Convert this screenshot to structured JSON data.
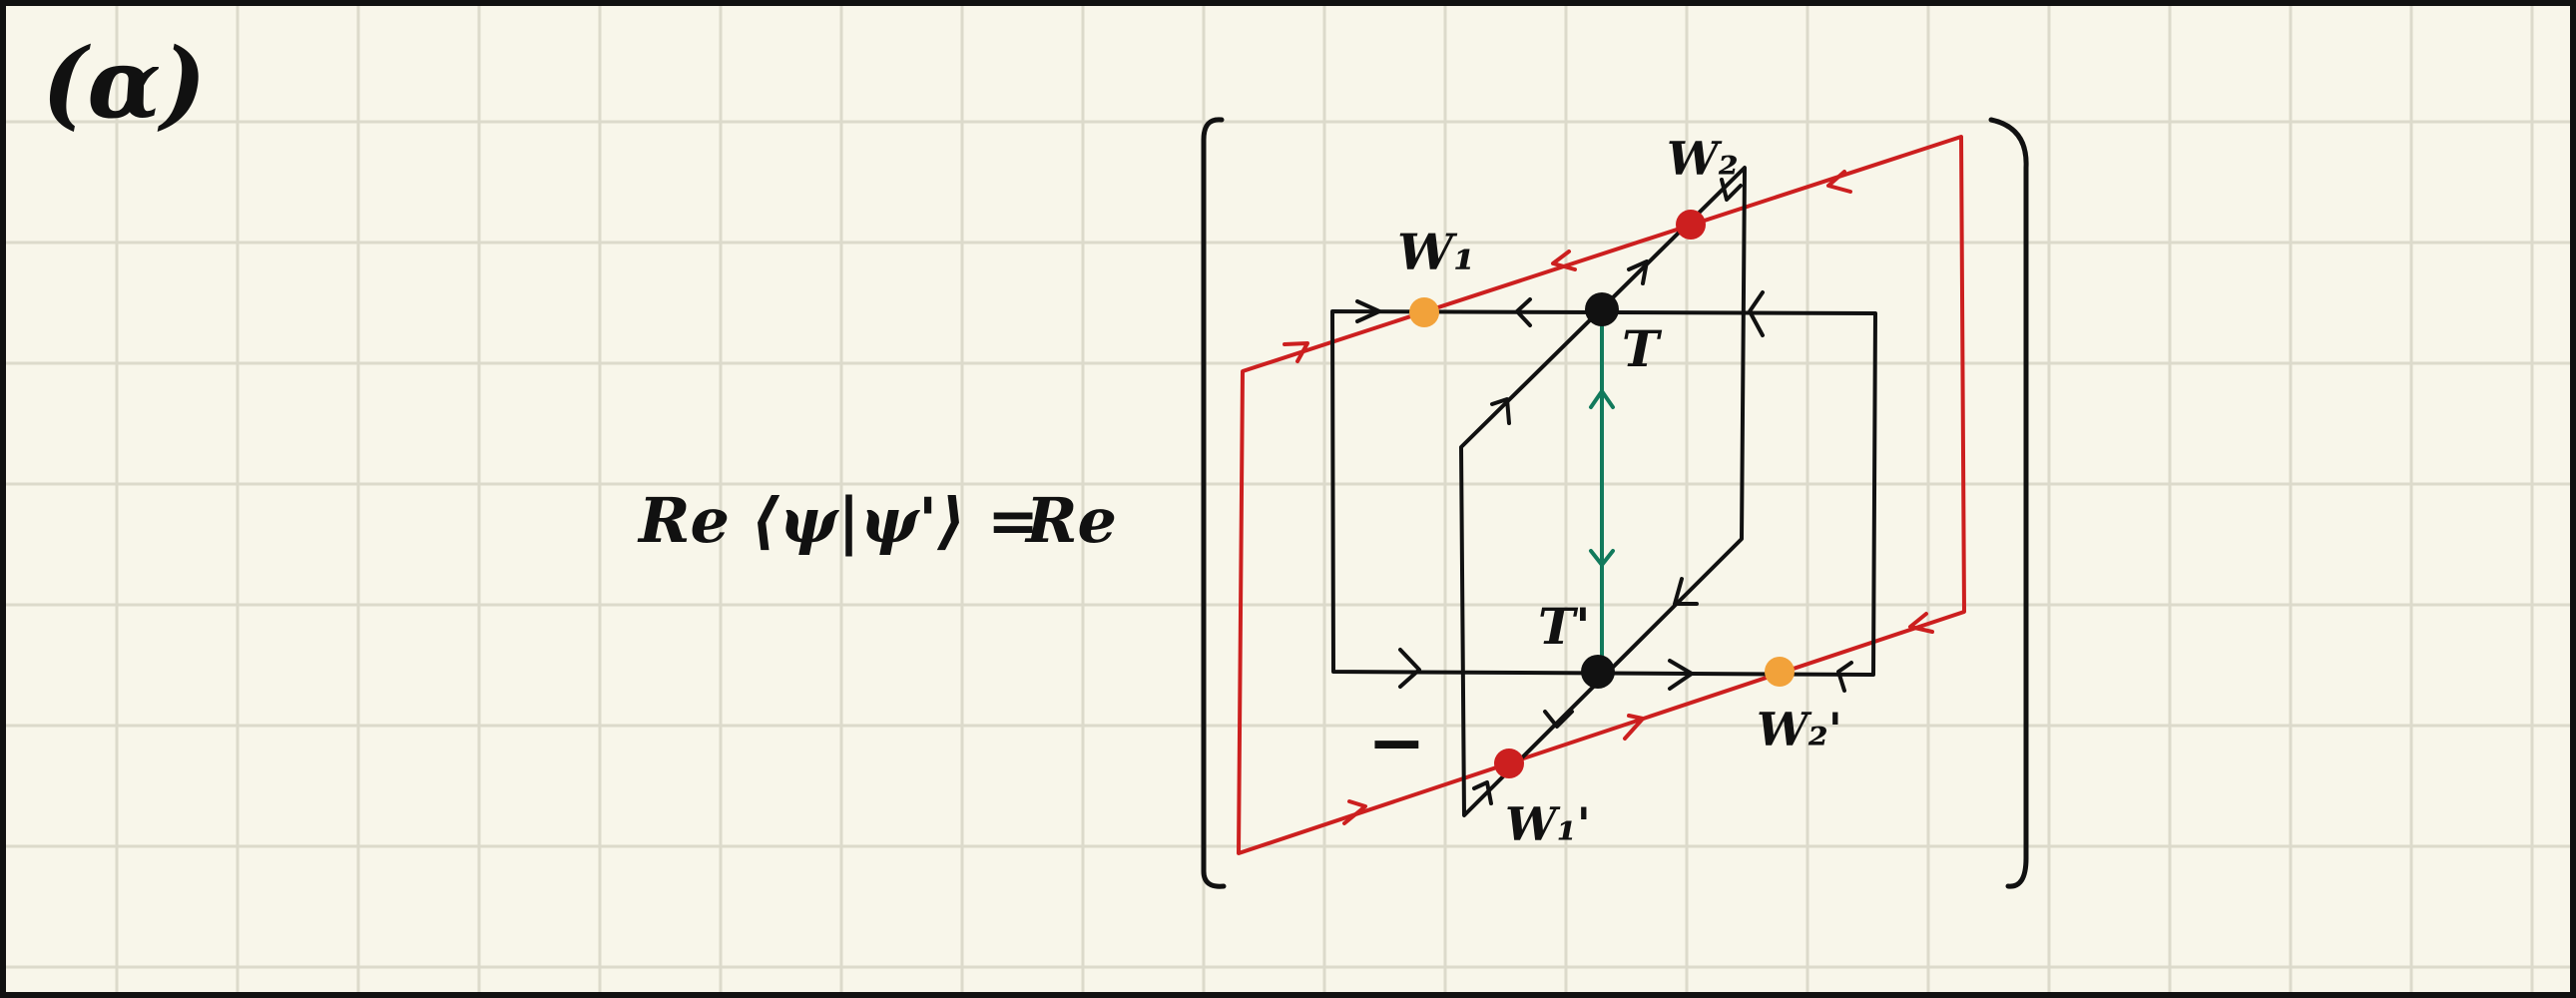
{
  "panel_label": "(α)",
  "equation": {
    "lhs": "Re ⟨ψ|ψ'⟩ =",
    "rhs": "Re"
  },
  "sign": "−",
  "points": {
    "T": "T",
    "T_prime": "T'",
    "W1": "W₁",
    "W2": "W₂",
    "W1_prime": "W₁'",
    "W2_prime": "W₂'"
  },
  "colors": {
    "background": "#f8f6ea",
    "grid": "#dcdacb",
    "ink": "#111111",
    "red": "#cc1f1f",
    "orange": "#f2a23a",
    "green": "#127a5c"
  }
}
